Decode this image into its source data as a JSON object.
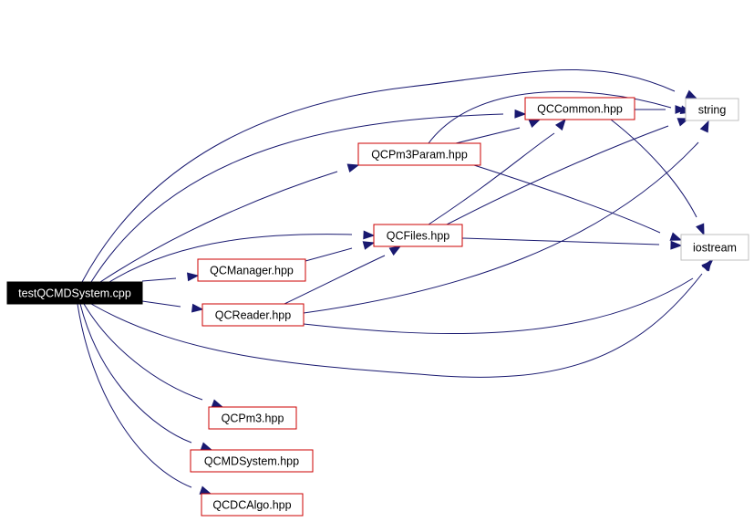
{
  "colors": {
    "edge": "#191970",
    "root_fill": "#000000",
    "root_text": "#ffffff",
    "project_border": "#cc0000",
    "external_border": "#bfbfbf",
    "node_text": "#000000"
  },
  "nodes": {
    "root": {
      "label": "testQCMDSystem.cpp",
      "kind": "root"
    },
    "qccommon": {
      "label": "QCCommon.hpp",
      "kind": "project"
    },
    "string": {
      "label": "string",
      "kind": "external"
    },
    "qcpm3param": {
      "label": "QCPm3Param.hpp",
      "kind": "project"
    },
    "qcfiles": {
      "label": "QCFiles.hpp",
      "kind": "project"
    },
    "iostream": {
      "label": "iostream",
      "kind": "external"
    },
    "qcmanager": {
      "label": "QCManager.hpp",
      "kind": "project"
    },
    "qcreader": {
      "label": "QCReader.hpp",
      "kind": "project"
    },
    "qcpm3": {
      "label": "QCPm3.hpp",
      "kind": "project"
    },
    "qcmdsystem": {
      "label": "QCMDSystem.hpp",
      "kind": "project"
    },
    "qcdcalgo": {
      "label": "QCDCAlgo.hpp",
      "kind": "project"
    }
  },
  "edges": [
    {
      "from": "root",
      "to": "string"
    },
    {
      "from": "root",
      "to": "qccommon"
    },
    {
      "from": "root",
      "to": "qcpm3param"
    },
    {
      "from": "root",
      "to": "qcfiles"
    },
    {
      "from": "root",
      "to": "qcmanager"
    },
    {
      "from": "root",
      "to": "qcreader"
    },
    {
      "from": "root",
      "to": "iostream"
    },
    {
      "from": "root",
      "to": "qcpm3"
    },
    {
      "from": "root",
      "to": "qcmdsystem"
    },
    {
      "from": "root",
      "to": "qcdcalgo"
    },
    {
      "from": "qccommon",
      "to": "string"
    },
    {
      "from": "qccommon",
      "to": "iostream"
    },
    {
      "from": "qcpm3param",
      "to": "qccommon"
    },
    {
      "from": "qcpm3param",
      "to": "string"
    },
    {
      "from": "qcpm3param",
      "to": "iostream"
    },
    {
      "from": "qcfiles",
      "to": "qccommon"
    },
    {
      "from": "qcfiles",
      "to": "string"
    },
    {
      "from": "qcfiles",
      "to": "iostream"
    },
    {
      "from": "qcmanager",
      "to": "qcfiles"
    },
    {
      "from": "qcreader",
      "to": "qcfiles"
    },
    {
      "from": "qcreader",
      "to": "string"
    },
    {
      "from": "qcreader",
      "to": "iostream"
    }
  ]
}
